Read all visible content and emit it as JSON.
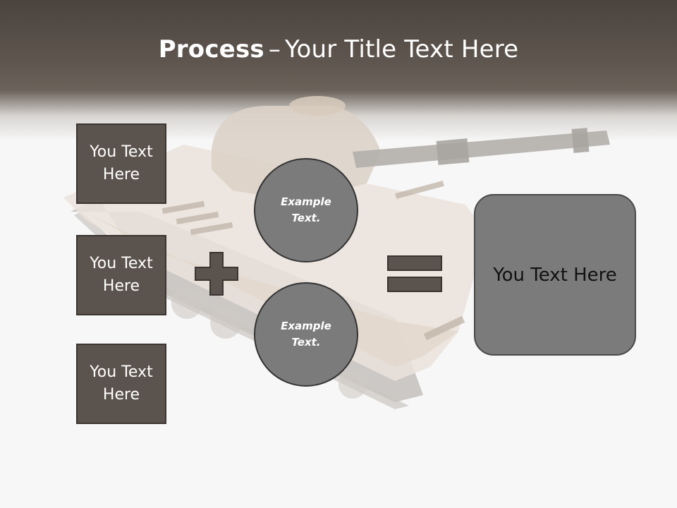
{
  "slide": {
    "title_bold": "Process",
    "title_dash": "–",
    "title_rest": "Your Title Text Here"
  },
  "left_boxes": [
    {
      "label": "You Text Here"
    },
    {
      "label": "You Text Here"
    },
    {
      "label": "You Text Here"
    }
  ],
  "circles": [
    {
      "label": "Example Text."
    },
    {
      "label": "Example Text."
    }
  ],
  "result_box": {
    "label": "You Text Here"
  },
  "operators": {
    "plus_icon": "plus-icon",
    "equals_icon": "equals-icon"
  },
  "colors": {
    "header": "#5f564f",
    "box_fill": "#5b534d",
    "circle_fill": "#7b7b7b",
    "result_fill": "#7b7b7b",
    "operator_fill": "#5b534d"
  }
}
